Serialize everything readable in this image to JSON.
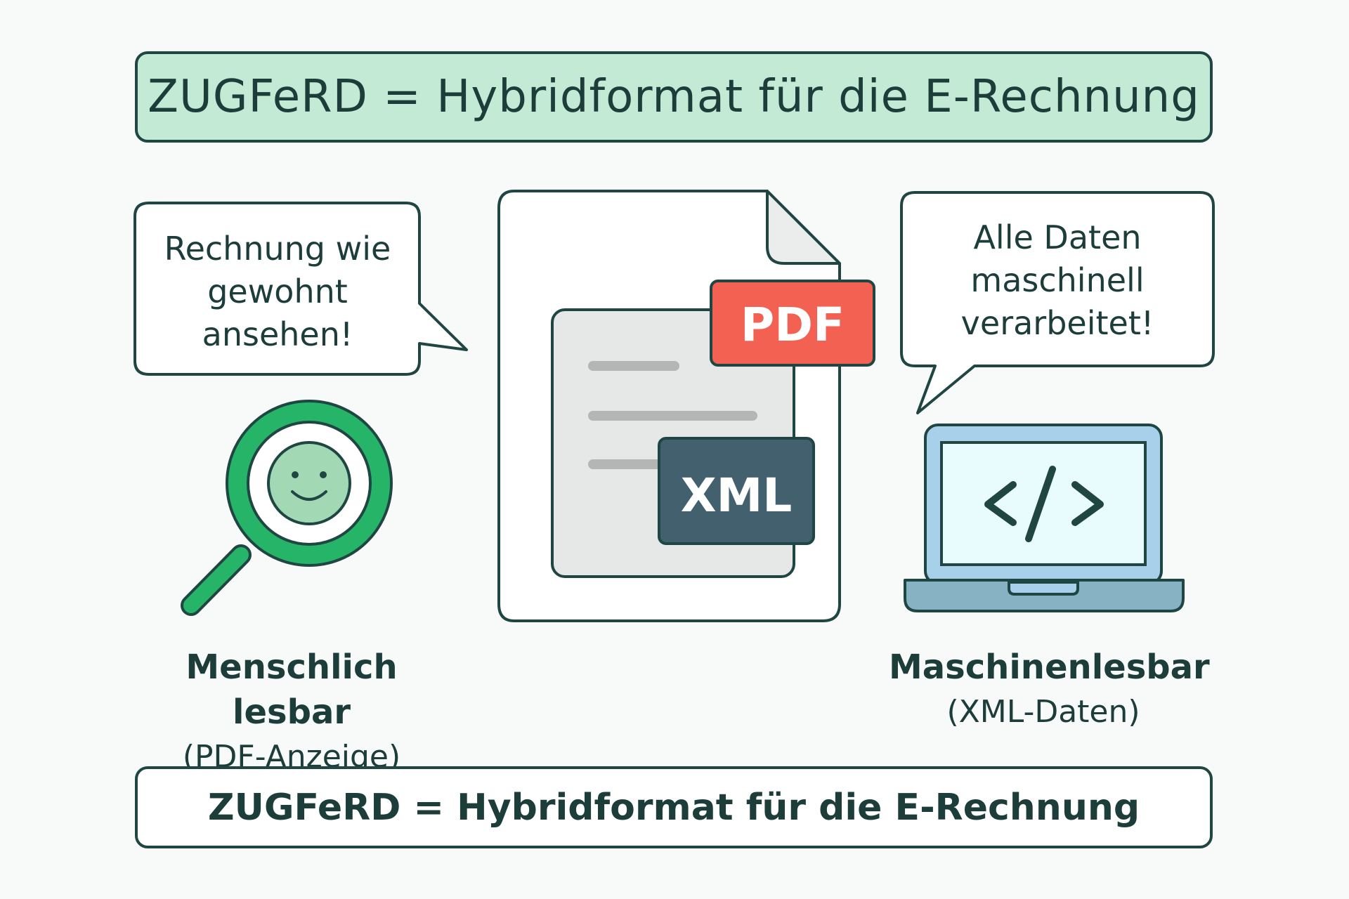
{
  "title": "ZUGFeRD = Hybridformat für die E-Rechnung",
  "left_bubble": {
    "lines": [
      "Rechnung wie",
      "gewohnt",
      "ansehen!"
    ]
  },
  "right_bubble": {
    "lines": [
      "Alle Daten",
      "maschinell",
      "verarbeitet!"
    ]
  },
  "document": {
    "badge_pdf": "PDF",
    "badge_xml": "XML"
  },
  "laptop": {
    "code_glyph": "</>"
  },
  "left_caption": {
    "title": "Menschlich lesbar",
    "subtitle": "(PDF-Anzeige)"
  },
  "right_caption": {
    "title": "Maschinenlesbar",
    "subtitle": "(XML-Daten)"
  },
  "footer": "ZUGFeRD = Hybridformat für die E-Rechnung",
  "colors": {
    "outline": "#1f4643",
    "title_bg": "#c3ead4",
    "pdf_badge": "#f26152",
    "xml_badge": "#42606e",
    "magnifier": "#26b469",
    "laptop_screen": "#e8fbfd",
    "laptop_frame": "#a8d0ea"
  },
  "icons": [
    "magnifier-icon",
    "smiley-icon",
    "document-icon",
    "laptop-icon",
    "code-icon"
  ]
}
